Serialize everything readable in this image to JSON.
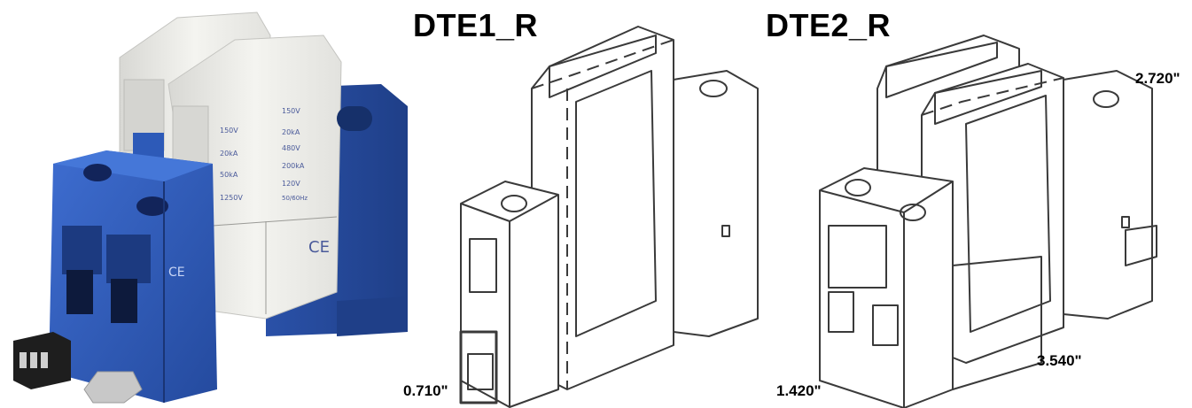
{
  "models": [
    {
      "title": "DTE1_R",
      "width_dim": "0.710\""
    },
    {
      "title": "DTE2_R",
      "width_dim": "1.420\"",
      "length_dim": "3.540\"",
      "height_dim": "2.720\""
    }
  ],
  "photo": {
    "cartridge_text": [
      "150V",
      "20kA",
      "50kA",
      "1250V",
      "150V",
      "20kA",
      "480V",
      "200kA",
      "120V",
      "50/60Hz"
    ],
    "colors": {
      "housing_blue": "#2f5ab5",
      "cartridge_white": "#eeeeea",
      "connector_black": "#1e1e1e"
    }
  }
}
